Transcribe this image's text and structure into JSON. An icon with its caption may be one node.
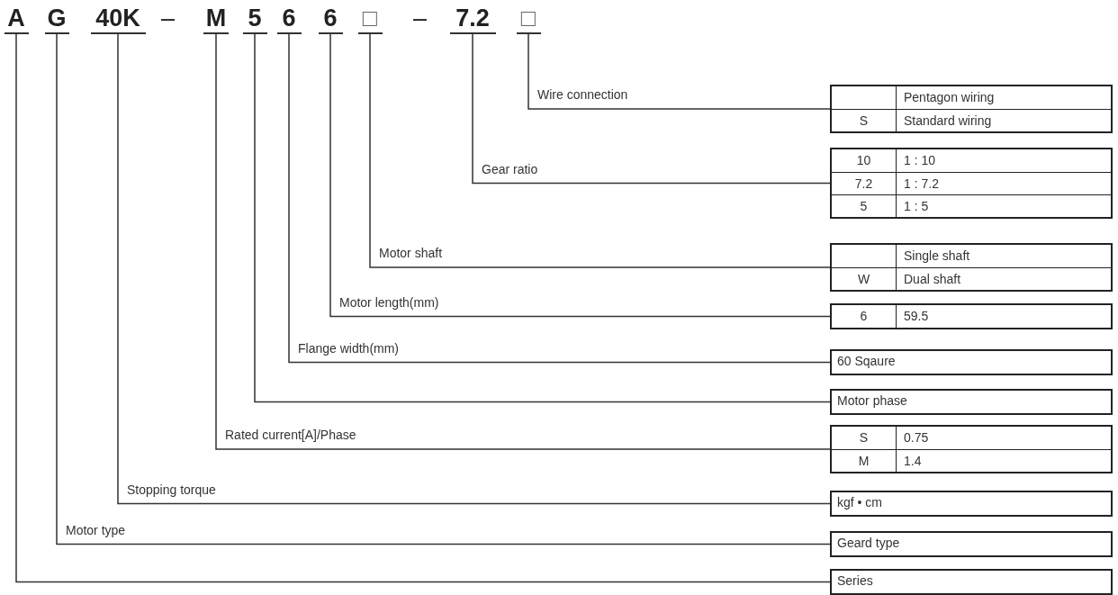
{
  "diagram": {
    "nodes": [
      {
        "text": [
          "A"
        ]
      },
      {
        "text": [
          "G"
        ]
      },
      {
        "text": [
          "40K"
        ]
      },
      {
        "text": [
          "M"
        ]
      },
      {
        "text": [
          "5"
        ]
      },
      {
        "text": [
          "6"
        ]
      },
      {
        "text": [
          "6"
        ]
      },
      {
        "text": [
          "□"
        ]
      },
      {
        "text": [
          "7.2"
        ]
      },
      {
        "text": [
          "□"
        ]
      },
      {
        "text": [
          "Pentagon wiring",
          "S",
          "Standard wiring"
        ]
      },
      {
        "text": [
          "10",
          "1 : 10",
          "7.2",
          "1 : 7.2",
          "5",
          "1 : 5"
        ]
      },
      {
        "text": [
          "Single shaft",
          "W",
          "Dual shaft"
        ]
      },
      {
        "text": [
          "6",
          "59.5"
        ]
      },
      {
        "text": [
          "60 Sqaure"
        ]
      },
      {
        "text": [
          "Motor phase"
        ]
      },
      {
        "text": [
          "S",
          "0.75",
          "M",
          "1.4"
        ]
      },
      {
        "text": [
          "kgf • cm"
        ]
      },
      {
        "text": [
          "Geard type"
        ]
      },
      {
        "text": [
          "Series"
        ]
      }
    ],
    "edges": [
      {
        "from": 9,
        "to": 10,
        "arrow": "none",
        "label": "Wire connection"
      },
      {
        "from": 8,
        "to": 11,
        "arrow": "none",
        "label": "Gear ratio"
      },
      {
        "from": 7,
        "to": 12,
        "arrow": "none",
        "label": "Motor shaft"
      },
      {
        "from": 6,
        "to": 13,
        "arrow": "none",
        "label": "Motor length(mm)"
      },
      {
        "from": 5,
        "to": 14,
        "arrow": "none",
        "label": "Flange width(mm)"
      },
      {
        "from": 4,
        "to": 15,
        "arrow": "none"
      },
      {
        "from": 3,
        "to": 16,
        "arrow": "none",
        "label": "Rated current[A]/Phase"
      },
      {
        "from": 2,
        "to": 17,
        "arrow": "none",
        "label": "Stopping torque"
      },
      {
        "from": 1,
        "to": 18,
        "arrow": "none",
        "label": "Motor type"
      },
      {
        "from": 0,
        "to": 19,
        "arrow": "none"
      }
    ],
    "labels": [
      "–",
      "–"
    ]
  }
}
